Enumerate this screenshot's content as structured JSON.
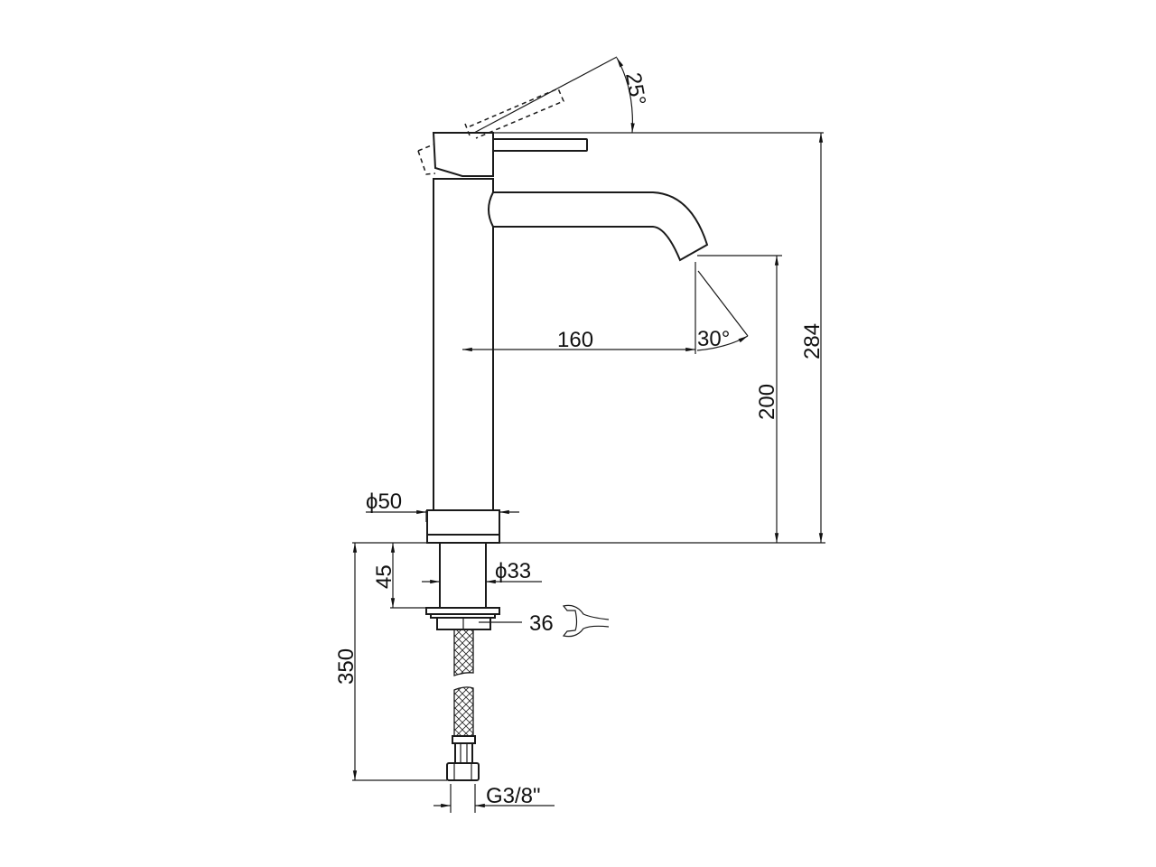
{
  "drawing": {
    "dimensions": {
      "lever_angle": "25°",
      "spout_angle": "30°",
      "spout_reach": "160",
      "spout_height": "200",
      "total_height": "284",
      "body_diameter": "ϕ50",
      "shank_diameter": "ϕ33",
      "shank_length": "45",
      "nut_wrench_size": "36",
      "hose_length": "350",
      "hose_thread": "G3/8\""
    },
    "icons": [
      "wrench-icon"
    ]
  }
}
